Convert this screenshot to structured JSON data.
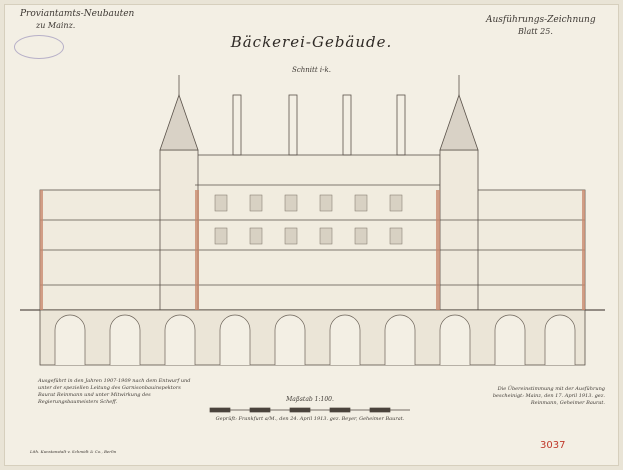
{
  "header": {
    "left_line1": "Proviantamts-Neubauten",
    "left_line2": "zu Mainz.",
    "title": "Bäckerei-Gebäude.",
    "right_line1": "Ausführungs-Zeichnung",
    "right_line2": "Blatt 25."
  },
  "section_label": "Schnitt i-k.",
  "scale_label": "Maßstab 1:100.",
  "notes": {
    "left": "Ausgeführt in den Jahren 1907-1909 nach dem Entwurf und unter der speziellen Leitung des Garnisonbauinspektors Baurat Reinmann und unter Mitwirkung des Regierungsbaumeisters Scheff.",
    "center": "Geprüft: Frankfurt a/M., den 24. April 1913. gez. Beyer, Geheimer Baurat.",
    "right": "Die Übereinstimmung mit der Ausführung bescheinigt: Mainz, den 17. April 1913. gez. Reinmann, Geheimer Baurat."
  },
  "footer_left": "Lith. Kunstanstalt v. Schmidt & Co., Berlin",
  "sheet_number": "3037",
  "colors": {
    "paper": "#f3efe4",
    "ink": "#3a3530",
    "accent": "#c26a4a"
  }
}
